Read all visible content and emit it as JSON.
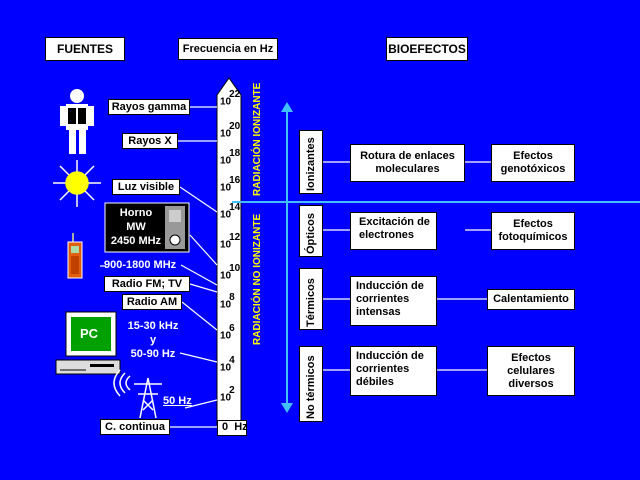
{
  "headers": {
    "fuentes": "FUENTES",
    "frecuencia": "Frecuencia en Hz",
    "bioefectos": "BIOEFECTOS"
  },
  "sources": {
    "gamma": "Rayos gamma",
    "x": "Rayos X",
    "visible": "Luz visible",
    "horno": [
      "Horno",
      "MW",
      "2450 MHz"
    ],
    "mobile": "900-1800 MHz",
    "fm": "Radio FM; TV",
    "am": "Radio AM",
    "pc_label": "PC",
    "khz": [
      "15-30 kHz",
      "y",
      "50-90 Hz"
    ],
    "hz50": "50 Hz",
    "dc": "C. continua"
  },
  "scale": {
    "powers": [
      {
        "base": "10",
        "exp": "22"
      },
      {
        "base": "10",
        "exp": "20"
      },
      {
        "base": "10",
        "exp": "18"
      },
      {
        "base": "10",
        "exp": "16"
      },
      {
        "base": "10",
        "exp": "14"
      },
      {
        "base": "10",
        "exp": "12"
      },
      {
        "base": "10",
        "exp": "10"
      },
      {
        "base": "10",
        "exp": "8"
      },
      {
        "base": "10",
        "exp": "6"
      },
      {
        "base": "10",
        "exp": "4"
      },
      {
        "base": "10",
        "exp": "2"
      }
    ],
    "zero": "0  Hz",
    "ionizante": "RADIACIÓN IONIZANTE",
    "no_ionizante": "RADIACIÓN NO IONIZANTE"
  },
  "categories": [
    "Ionizantes",
    "Ópticos",
    "Térmicos",
    "No térmicos"
  ],
  "mechanisms": [
    [
      "Rotura de enlaces",
      "moleculares"
    ],
    [
      "Excitación de",
      "electrones"
    ],
    [
      "Inducción de",
      "corrientes",
      "intensas"
    ],
    [
      "Inducción de",
      "corrientes",
      "débiles"
    ]
  ],
  "effects": [
    [
      "Efectos",
      "genotóxicos"
    ],
    [
      "Efectos",
      "fotoquímicos"
    ],
    [
      "Calentamiento"
    ],
    [
      "Efectos",
      "celulares",
      "diversos"
    ]
  ],
  "colors": {
    "background": "#0000ff",
    "box": "#ffffff",
    "ionizing_text": "#ffff00",
    "divider": "#40c0ff"
  }
}
